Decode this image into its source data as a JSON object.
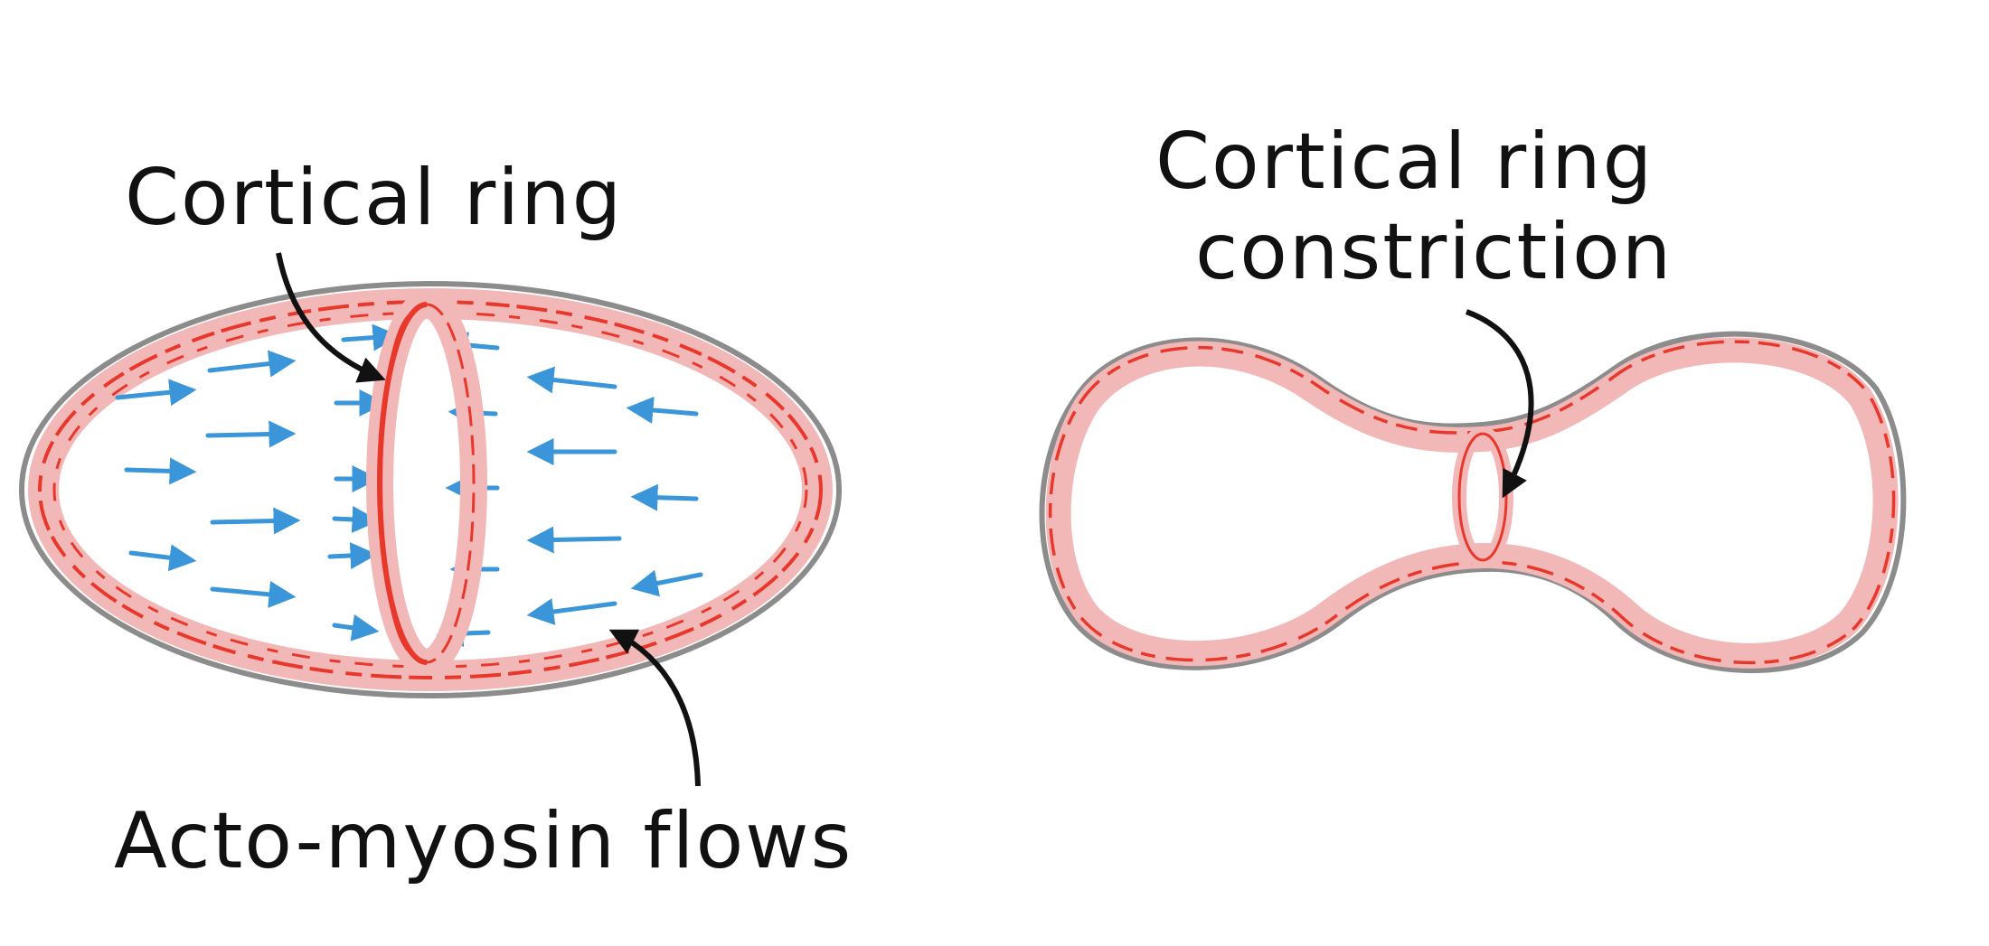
{
  "panels": {
    "left": {
      "label_top": "Cortical ring",
      "label_bottom": "Acto-myosin flows"
    },
    "right": {
      "label_line1": "Cortical ring",
      "label_line2": "constriction"
    }
  },
  "colors": {
    "outline": "#8c8c8c",
    "cortex_band": "#f2b8b8",
    "cortex_strands": "#e8382c",
    "flow_arrows": "#3a96d8",
    "pointer_arrows": "#111111",
    "text": "#111111"
  },
  "icons": {
    "flow": "blue-flow-arrow-icon",
    "pointer": "black-pointer-arrow-icon"
  }
}
